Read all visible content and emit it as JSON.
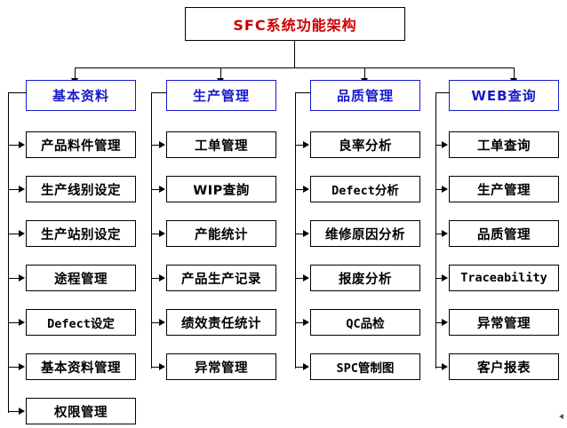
{
  "diagram": {
    "title": "SFC系统功能架构",
    "title_color": "#cc0000",
    "header_color": "#1a1ac8",
    "leaf_color": "#000000",
    "columns": [
      {
        "header": "基本资料",
        "items": [
          "产品料件管理",
          "生产线别设定",
          "生产站别设定",
          "途程管理",
          "Defect设定",
          "基本资料管理",
          "权限管理"
        ]
      },
      {
        "header": "生产管理",
        "items": [
          "工单管理",
          "WIP查詢",
          "产能统计",
          "产品生产记录",
          "绩效责任统计",
          "异常管理"
        ]
      },
      {
        "header": "品质管理",
        "items": [
          "良率分析",
          "Defect分析",
          "维修原因分析",
          "报废分析",
          "QC品检",
          "SPC管制图"
        ]
      },
      {
        "header": "WEB查询",
        "items": [
          "工单查询",
          "生产管理",
          "品质管理",
          "Traceability",
          "异常管理",
          "客户报表"
        ]
      }
    ]
  }
}
